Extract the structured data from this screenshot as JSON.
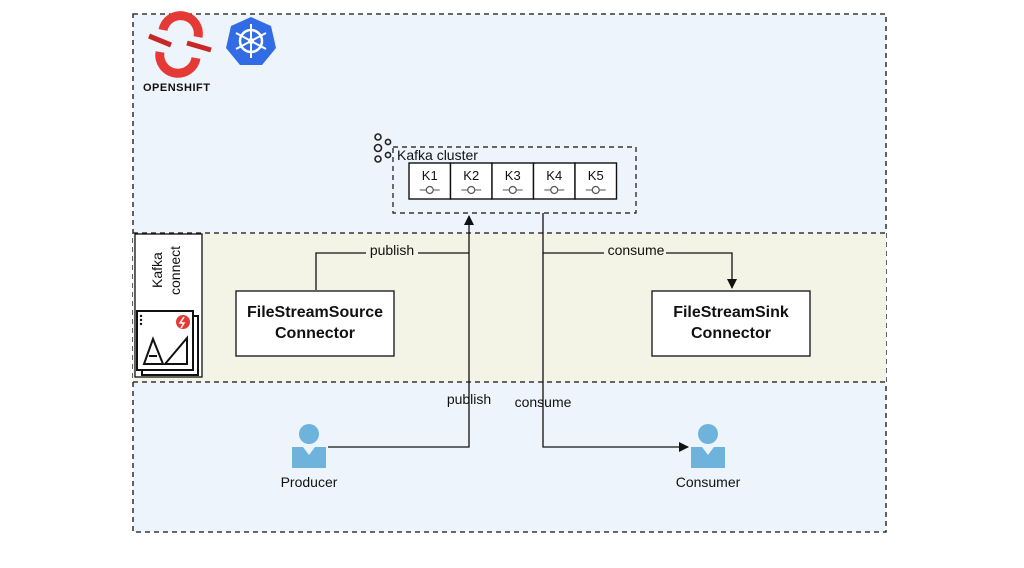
{
  "platform": {
    "name": "OPENSHIFT",
    "logos": [
      "openshift-logo",
      "kubernetes-logo"
    ]
  },
  "kafka_cluster": {
    "label": "Kafka cluster",
    "brokers": [
      "K1",
      "K2",
      "K3",
      "K4",
      "K5"
    ]
  },
  "kafka_connect": {
    "label_line1": "Kafka",
    "label_line2": "connect",
    "icon": "kafka-connect-app-icon"
  },
  "connectors": {
    "source": {
      "line1": "FileStreamSource",
      "line2": "Connector"
    },
    "sink": {
      "line1": "FileStreamSink",
      "line2": "Connector"
    }
  },
  "edges": {
    "source_publish": "publish",
    "sink_consume": "consume",
    "producer_publish": "publish",
    "consumer_consume": "consume"
  },
  "actors": {
    "producer": "Producer",
    "consumer": "Consumer"
  },
  "colors": {
    "outer_background": "#eef4fb",
    "connect_band": "#f3f3e6",
    "openshift_red": "#e53935",
    "kubernetes_blue": "#326ce5",
    "person_blue": "#6db3dc",
    "line": "#111111"
  }
}
